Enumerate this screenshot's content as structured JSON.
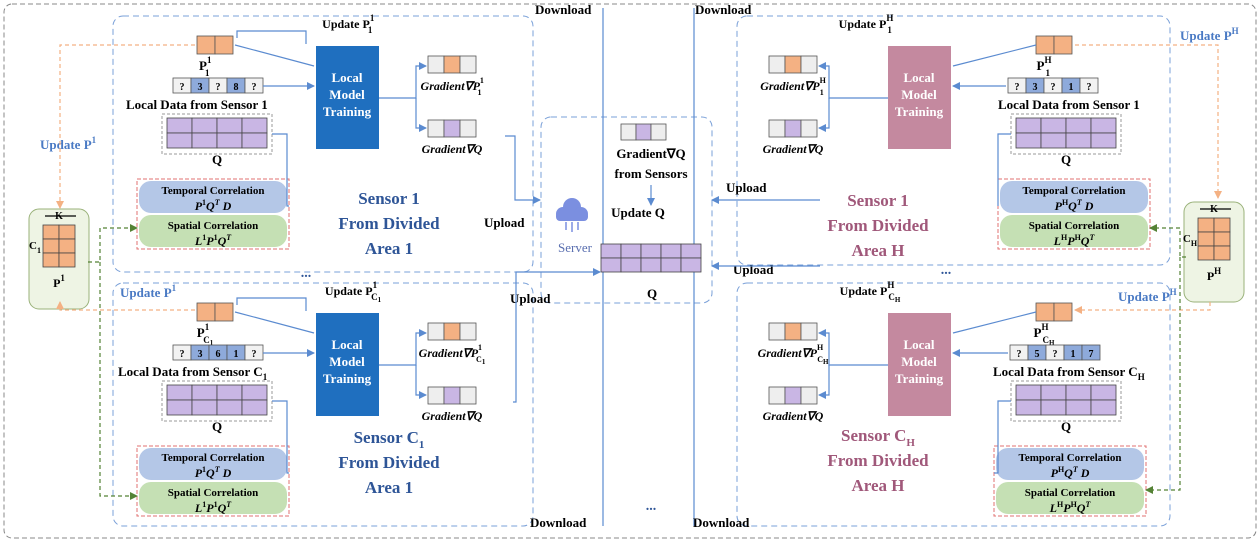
{
  "labels": {
    "download": "Download",
    "upload": "Upload",
    "server": "Server",
    "gradient_q_from_sensors_1": "Gradient∇Q",
    "gradient_q_from_sensors_2": "from Sensors",
    "update_q": "Update Q",
    "q": "Q",
    "k": "K",
    "ellipsis": "...",
    "local_model_training": [
      "Local",
      "Model",
      "Training"
    ],
    "temporal_correlation": "Temporal Correlation",
    "spatial_correlation": "Spatial Correlation",
    "gradient_q": "Gradient∇Q"
  },
  "left_matrix": {
    "label": "P",
    "sup": "1",
    "rows_label": "C",
    "rows_sub": "1",
    "update": "Update P",
    "update_sup": "1"
  },
  "right_matrix": {
    "label": "P",
    "sup": "H",
    "rows_label": "C",
    "rows_sub": "H",
    "update": "Update P",
    "update_sup": "H"
  },
  "panels": [
    {
      "id": "tl",
      "update_p": {
        "base": "Update P",
        "sub": "1",
        "sup": "1",
        "sub2": "*"
      },
      "p_label": {
        "base": "P",
        "sub": "1",
        "sup": "1",
        "sub2": "*"
      },
      "grad_p": {
        "prefix": "Gradient∇P",
        "sub": "1",
        "sup": "1",
        "sub2": "*"
      },
      "cells": [
        "?",
        "3",
        "?",
        "8",
        "?"
      ],
      "local_data": {
        "text": "Local Data from Sensor ",
        "tail": "1",
        "tail_sub": ""
      },
      "temporal_formula": {
        "parts": [
          "P",
          "1",
          "Q",
          "T",
          "D"
        ]
      },
      "spatial_formula": {
        "parts": [
          "L",
          "1",
          "P",
          "1",
          "Q",
          "T"
        ]
      },
      "title": [
        "Sensor 1",
        "From Divided",
        "Area 1"
      ],
      "title_sub": "",
      "color": "#2e5597"
    },
    {
      "id": "bl",
      "update_p": {
        "base": "Update P",
        "sub": "C",
        "sub_sub": "1",
        "sup": "1",
        "sub2": "*"
      },
      "p_label": {
        "base": "P",
        "sub": "C",
        "sub_sub": "1",
        "sup": "1",
        "sub2": "*"
      },
      "grad_p": {
        "prefix": "Gradient∇P",
        "sub": "C",
        "sub_sub": "1",
        "sup": "1",
        "sub2": "*"
      },
      "cells": [
        "?",
        "3",
        "6",
        "1",
        "?"
      ],
      "local_data": {
        "text": "Local Data from Sensor C",
        "tail": "",
        "tail_sub": "1"
      },
      "temporal_formula": {
        "parts": [
          "P",
          "1",
          "Q",
          "T",
          "D"
        ]
      },
      "spatial_formula": {
        "parts": [
          "L",
          "1",
          "P",
          "1",
          "Q",
          "T"
        ]
      },
      "title": [
        "Sensor C",
        "From Divided",
        "Area 1"
      ],
      "title_sub": "1",
      "color": "#2e5597"
    },
    {
      "id": "tr",
      "update_p": {
        "base": "Update P",
        "sub": "1",
        "sup": "H",
        "sub2": "*"
      },
      "p_label": {
        "base": "P",
        "sub": "1",
        "sup": "H",
        "sub2": "*"
      },
      "grad_p": {
        "prefix": "Gradient∇P",
        "sub": "1",
        "sup": "H",
        "sub2": "*"
      },
      "cells": [
        "?",
        "3",
        "?",
        "1",
        "?"
      ],
      "local_data": {
        "text": "Local Data from Sensor 1",
        "tail": "",
        "tail_sub": ""
      },
      "temporal_formula": {
        "parts": [
          "P",
          "H",
          "Q",
          "T",
          "D"
        ]
      },
      "spatial_formula": {
        "parts": [
          "L",
          "H",
          "P",
          "H",
          "Q",
          "T"
        ]
      },
      "title": [
        "Sensor 1",
        "From Divided",
        "Area H"
      ],
      "title_sub": "",
      "color": "#a0587a"
    },
    {
      "id": "br",
      "update_p": {
        "base": "Update P",
        "sub": "C",
        "sub_sub": "H",
        "sup": "H",
        "sub2": "*"
      },
      "p_label": {
        "base": "P",
        "sub": "C",
        "sub_sub": "H",
        "sup": "H",
        "sub2": "*"
      },
      "grad_p": {
        "prefix": "Gradient∇P",
        "sub": "C",
        "sub_sub": "H",
        "sup": "H",
        "sub2": "*"
      },
      "cells": [
        "?",
        "5",
        "?",
        "1",
        "7"
      ],
      "local_data": {
        "text": "Local Data from Sensor C",
        "tail": "",
        "tail_sub": "H"
      },
      "temporal_formula": {
        "parts": [
          "P",
          "H",
          "Q",
          "T",
          "D"
        ]
      },
      "spatial_formula": {
        "parts": [
          "L",
          "H",
          "P",
          "H",
          "Q",
          "T"
        ]
      },
      "title": [
        "Sensor C",
        "From Divided",
        "Area H"
      ],
      "title_sub": "H",
      "color": "#a0587a"
    }
  ],
  "colors": {
    "blue_text": "#2e5597",
    "update_blue": "#4a7ac4",
    "purple_text": "#a0587a",
    "model_blue": "#1f6fbf",
    "model_pink": "#c4899f",
    "orange": "#f4b183",
    "lavender": "#c9b6e4",
    "cell_blue": "#8eaadb",
    "temporal_bg": "#b4c7e7",
    "spatial_bg": "#c5e0b4",
    "line_blue": "#5b8bd0",
    "arrow_orange": "#f4b183",
    "arrow_green": "#548235"
  }
}
